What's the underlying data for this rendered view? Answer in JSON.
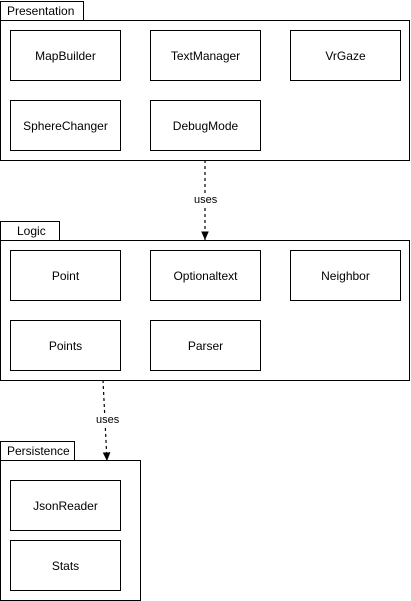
{
  "packages": {
    "presentation": {
      "title": "Presentation",
      "classes": [
        "MapBuilder",
        "TextManager",
        "VrGaze",
        "SphereChanger",
        "DebugMode"
      ]
    },
    "logic": {
      "title": "Logic",
      "classes": [
        "Point",
        "Optionaltext",
        "Neighbor",
        "Points",
        "Parser"
      ]
    },
    "persistence": {
      "title": "Persistence",
      "classes": [
        "JsonReader",
        "Stats"
      ]
    }
  },
  "relations": [
    {
      "from": "Presentation",
      "to": "Logic",
      "label": "uses",
      "style": "dashed"
    },
    {
      "from": "Logic",
      "to": "Persistence",
      "label": "uses",
      "style": "dashed"
    }
  ]
}
